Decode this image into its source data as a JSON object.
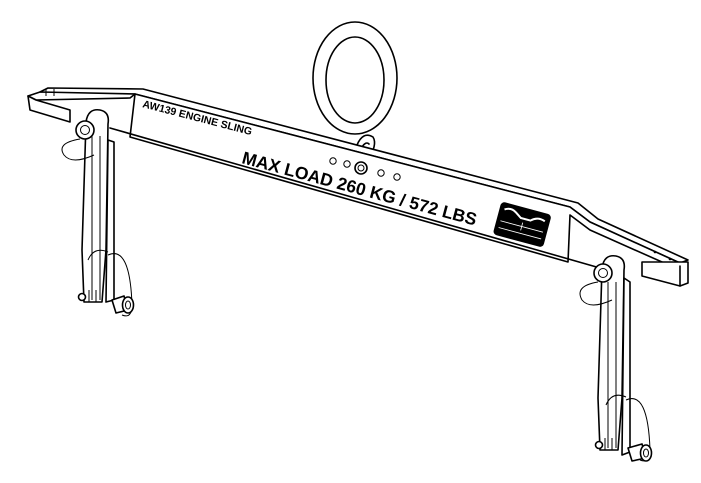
{
  "drawing": {
    "subject": "Engine sling lifting beam",
    "labels": {
      "model": "AW139 ENGINE SLING",
      "max_load": "MAX LOAD 260 KG / 572 LBS"
    },
    "components": [
      {
        "name": "lifting-ring",
        "description": "Oval lifting ring with shackle"
      },
      {
        "name": "beam",
        "description": "Spreader bar with attachment holes"
      },
      {
        "name": "left-hanger-arm",
        "description": "Left pinned hanger with quick-release pin and lanyard"
      },
      {
        "name": "right-hanger-arm",
        "description": "Right pinned hanger with quick-release pin and lanyard"
      },
      {
        "name": "id-plate",
        "description": "Identification data plate"
      }
    ],
    "colors": {
      "line": "#000000",
      "background": "#ffffff"
    }
  }
}
